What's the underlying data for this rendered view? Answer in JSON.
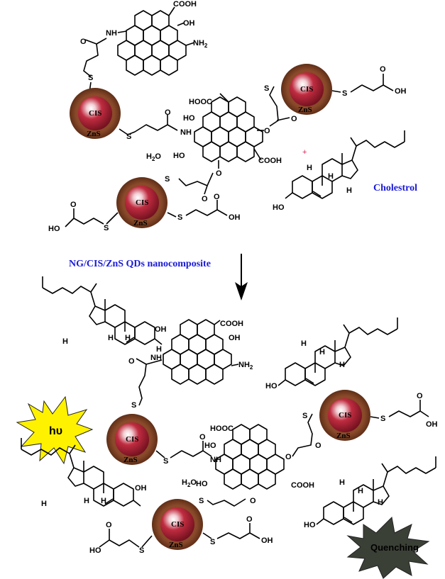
{
  "colors": {
    "shell": "#7a3f22",
    "core": "#a31d2e",
    "core_highlight": "#f4d6da",
    "label_blue": "#1a1ad8",
    "plus_red": "#e0194e",
    "burst_yellow": "#fff200",
    "burst_dark": "#3b4036"
  },
  "labels": {
    "core": "CIS",
    "shell": "ZnS",
    "cooh": "COOH",
    "hooc": "HOOC",
    "ho": "HO",
    "oh": "OH",
    "nh": "NH",
    "h_n": "H",
    "nh2": "NH",
    "nh2_sub": "2",
    "s": "S",
    "o": "O",
    "h2o": "H",
    "h2o_sub": "2",
    "h2o_o": "O",
    "h": "H",
    "plus": "+",
    "cholesterol": "Cholestrol",
    "nanocomposite": "NG/CIS/ZnS QDs nanocomposite",
    "light": "hυ",
    "quenching": "Quenching"
  }
}
